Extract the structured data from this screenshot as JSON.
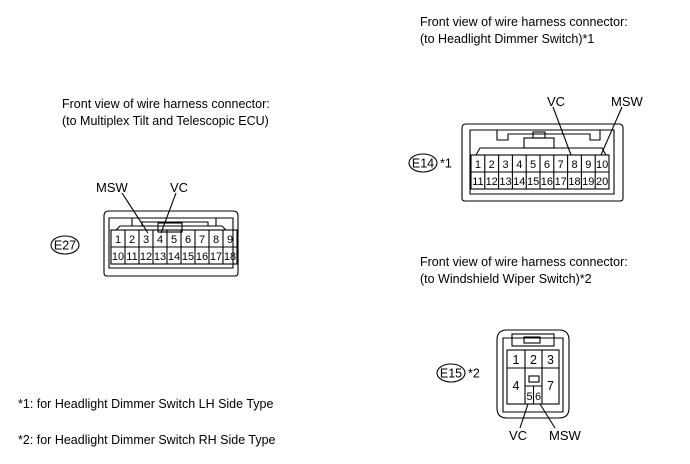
{
  "e27": {
    "caption_line1": "Front view of wire harness connector:",
    "caption_line2": "(to Multiplex Tilt and Telescopic ECU)",
    "code": "E27",
    "pins_top": [
      "1",
      "2",
      "3",
      "4",
      "5",
      "6",
      "7",
      "8",
      "9"
    ],
    "pins_bottom": [
      "10",
      "11",
      "12",
      "13",
      "14",
      "15",
      "16",
      "17",
      "18"
    ],
    "label_msw": "MSW",
    "label_vc": "VC"
  },
  "e14": {
    "caption_line1": "Front view of wire harness connector:",
    "caption_line2": "(to Headlight Dimmer Switch)*1",
    "code": "E14",
    "note": "*1",
    "pins_top": [
      "1",
      "2",
      "3",
      "4",
      "5",
      "6",
      "7",
      "8",
      "9",
      "10"
    ],
    "pins_bottom": [
      "11",
      "12",
      "13",
      "14",
      "15",
      "16",
      "17",
      "18",
      "19",
      "20"
    ],
    "label_vc": "VC",
    "label_msw": "MSW"
  },
  "e15": {
    "caption_line1": "Front view of wire harness connector:",
    "caption_line2": "(to Windshield Wiper Switch)*2",
    "code": "E15",
    "note": "*2",
    "pin_labels": [
      "1",
      "2",
      "3",
      "4",
      "7",
      "5",
      "6"
    ],
    "label_vc": "VC",
    "label_msw": "MSW"
  },
  "notes": {
    "note1": "*1: for Headlight Dimmer Switch LH Side Type",
    "note2": "*2: for Headlight Dimmer Switch RH Side Type"
  }
}
